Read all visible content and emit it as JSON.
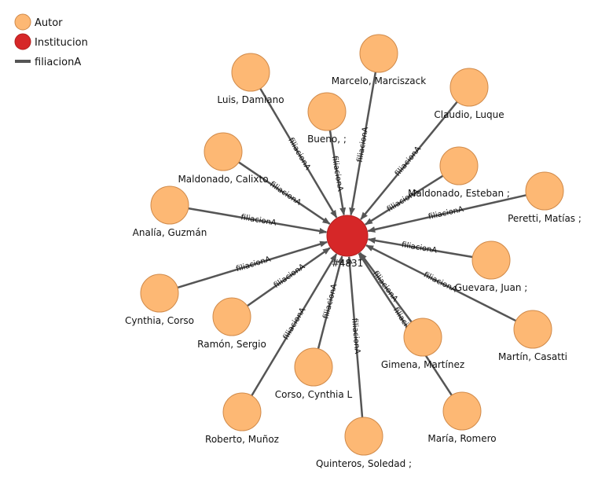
{
  "legend": {
    "items": [
      {
        "label": "Autor",
        "kind": "node",
        "color": "#FDB874"
      },
      {
        "label": "Institucion",
        "kind": "node",
        "color": "#D62728"
      },
      {
        "label": "filiacionA",
        "kind": "edge",
        "color": "#555555"
      }
    ]
  },
  "colors": {
    "autor_fill": "#FDB874",
    "autor_stroke": "#D08A4A",
    "institucion_fill": "#D62728",
    "edge": "#555555"
  },
  "center": {
    "label": "#4831"
  },
  "edge_label": "filiacionA",
  "authors": [
    {
      "name": "Luis, Damiano"
    },
    {
      "name": "Marcelo, Marciszack"
    },
    {
      "name": "Claudio, Luque"
    },
    {
      "name": "Bueno, ;"
    },
    {
      "name": "Maldonado, Calixto"
    },
    {
      "name": "Maldonado, Esteban ;"
    },
    {
      "name": "Peretti, Matías ;"
    },
    {
      "name": "Analía, Guzmán"
    },
    {
      "name": "Guevara, Juan ;"
    },
    {
      "name": "Cynthia, Corso"
    },
    {
      "name": "Ramón, Sergio"
    },
    {
      "name": "Martín, Casatti"
    },
    {
      "name": "Gimena, Martínez"
    },
    {
      "name": "Corso, Cynthia L"
    },
    {
      "name": "Roberto, Muñoz"
    },
    {
      "name": "María, Romero"
    },
    {
      "name": "Quinteros, Soledad ;"
    }
  ]
}
